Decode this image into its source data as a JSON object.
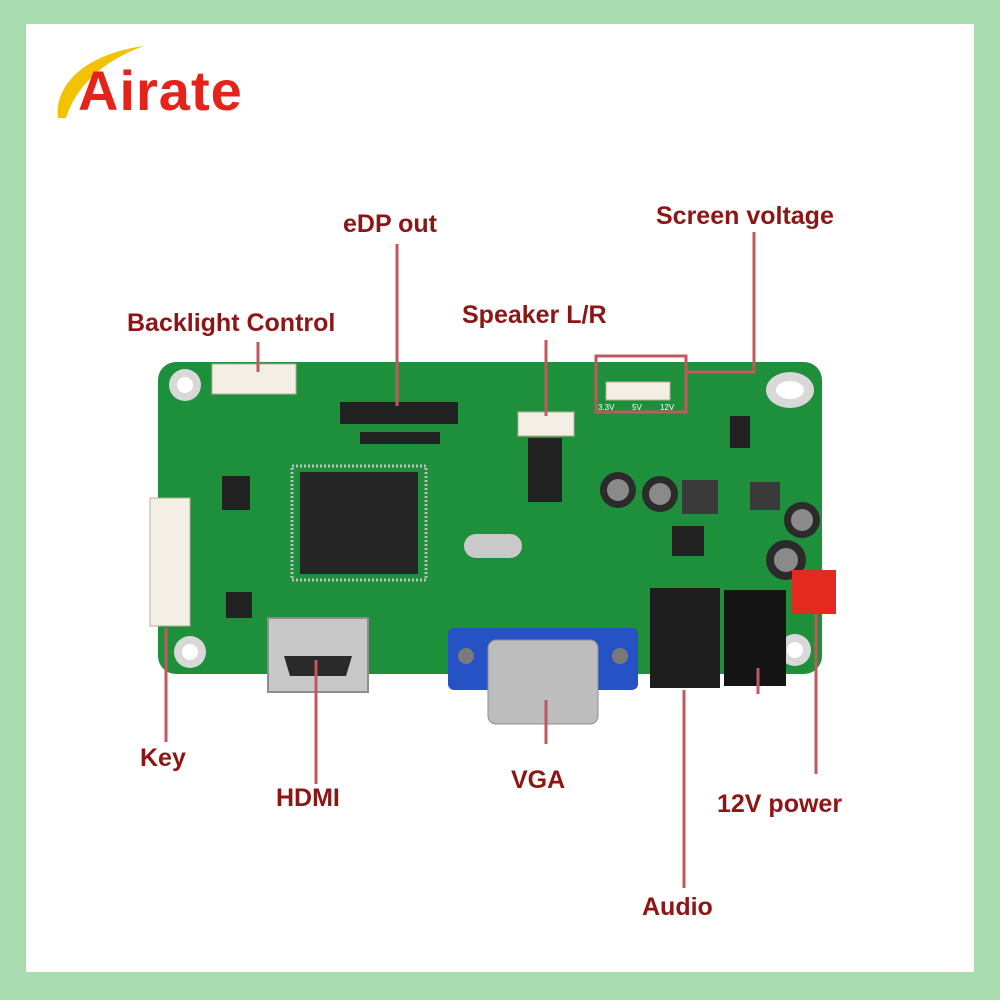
{
  "brand": {
    "name": "Airate",
    "color": "#e5231b",
    "swoosh_color": "#f2c200"
  },
  "label_color": "#8e1515",
  "board_color": "#1e8f3a",
  "labels": {
    "edp_out": "eDP out",
    "screen_voltage": "Screen voltage",
    "backlight_control": "Backlight Control",
    "speaker_lr": "Speaker L/R",
    "key": "Key",
    "hdmi": "HDMI",
    "vga": "VGA",
    "power_12v": "12V power",
    "audio": "Audio"
  },
  "jumper_marks": {
    "v33": "3.3V",
    "v5": "5V",
    "v12": "12V"
  },
  "icons": [
    "airate-swoosh-icon",
    "mounting-hole-icon"
  ]
}
